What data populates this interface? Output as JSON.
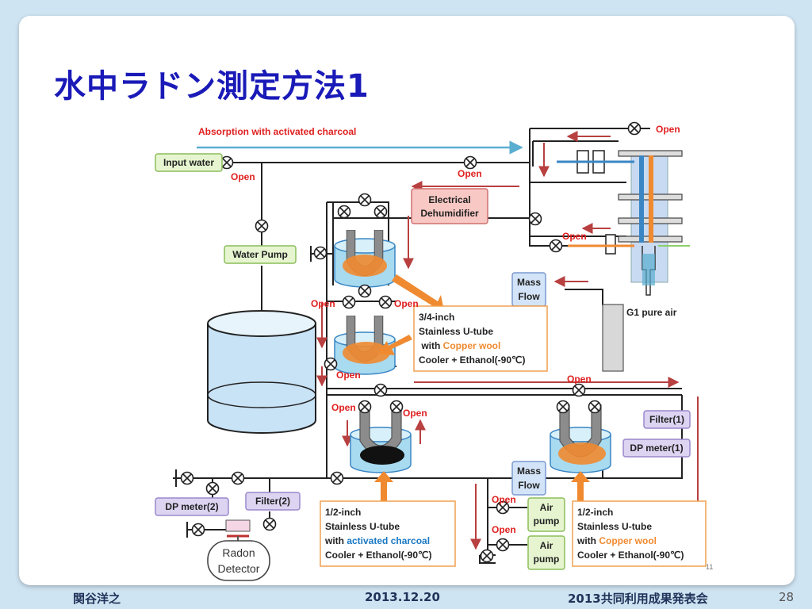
{
  "slide": {
    "title": "水中ラドン測定方法1",
    "small_page": "11"
  },
  "footer": {
    "author": "関谷洋之",
    "date": "2013.12.20",
    "event": "2013共同利用成果発表会",
    "page": "28"
  },
  "diagram": {
    "absorption_label": "Absorption with activated charcoal",
    "input_water": "Input water",
    "water_pump": "Water Pump",
    "electrical": [
      "Electrical",
      "Dehumidifier"
    ],
    "mass_flow_top": [
      "Mass",
      "Flow"
    ],
    "mass_flow_bottom": [
      "Mass",
      "Flow"
    ],
    "g1_air": "G1 pure air",
    "filter1": "Filter(1)",
    "dp_meter1": "DP meter(1)",
    "filter2": "Filter(2)",
    "dp_meter2": "DP meter(2)",
    "radon": [
      "Radon",
      "Detector"
    ],
    "air_pump1": [
      "Air",
      "pump"
    ],
    "air_pump2": [
      "Air",
      "pump"
    ],
    "open": "Open",
    "box_top": {
      "l1": "3/4-inch",
      "l2": "Stainless U-tube",
      "l3a": " with ",
      "l3b": "Copper wool",
      "l4": "Cooler + Ethanol(-90℃)"
    },
    "box_bl": {
      "l1": "1/2-inch",
      "l2": "Stainless U-tube",
      "l3a": " with ",
      "l3b": "activated charcoal",
      "l4": "Cooler + Ethanol(-90℃)"
    },
    "box_br": {
      "l1": "1/2-inch",
      "l2": "Stainless U-tube",
      "l3a": " with ",
      "l3b": "Copper wool",
      "l4": "Cooler + Ethanol(-90℃)"
    }
  },
  "colors": {
    "title": "#1a1ab8",
    "open_red": "#e02020",
    "copper": "#f08a30",
    "charcoal": "#1a78c2",
    "arrow": "#b84040"
  }
}
